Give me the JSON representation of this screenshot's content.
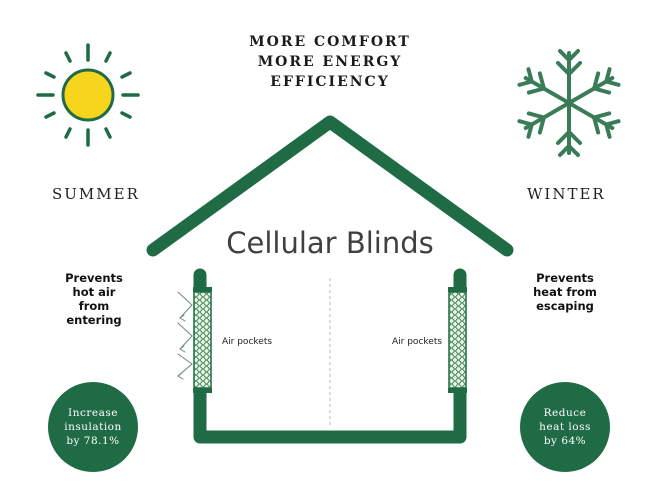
{
  "headline": {
    "line1": "MORE COMFORT",
    "line2": "MORE ENERGY",
    "line3": "EFFICIENCY"
  },
  "title": "Cellular Blinds",
  "summer": {
    "label": "SUMMER",
    "icon": "sun-icon",
    "effect": [
      "Prevents",
      "hot air",
      "from",
      "entering"
    ],
    "pocket_label": "Air pockets",
    "stat": [
      "Increase",
      "insulation",
      "by 78.1%"
    ]
  },
  "winter": {
    "label": "WINTER",
    "icon": "snowflake-icon",
    "effect": [
      "Prevents",
      "heat from",
      "escaping"
    ],
    "pocket_label": "Air pockets",
    "stat": [
      "Reduce",
      "heat loss",
      "by 64%"
    ]
  },
  "colors": {
    "green": "#1f6b45",
    "snow_green": "#3a7b58",
    "sun_yellow": "#f7d51c",
    "sun_outline": "#1f6b45",
    "honeycomb_fill": "#e7f5df",
    "text_dark": "#1b1b1b"
  }
}
